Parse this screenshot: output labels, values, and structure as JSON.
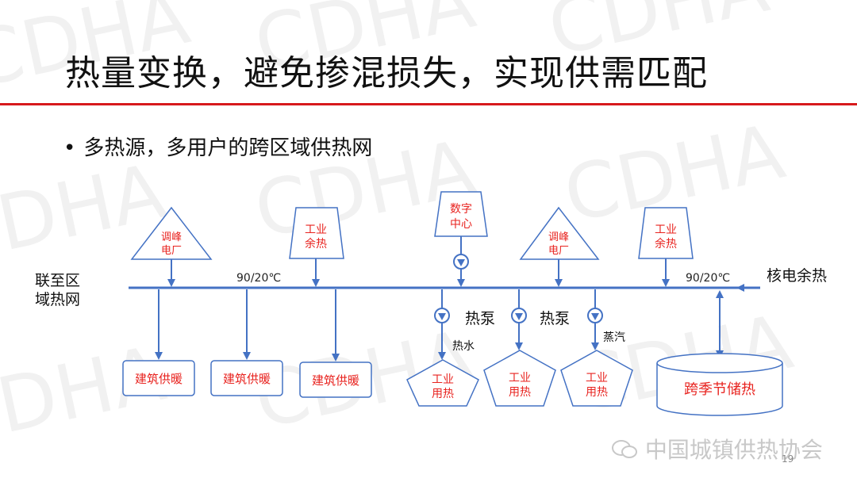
{
  "title": "热量变换，避免掺混损失，实现供需匹配",
  "bullet": "多热源，多用户的跨区域供热网",
  "watermark_brand": "CDHA",
  "diagram": {
    "left_label_line1": "联至区",
    "left_label_line2": "域热网",
    "right_label": "核电余热",
    "temp_left": "90/20℃",
    "temp_right": "90/20℃",
    "source_peak_1": [
      "调峰",
      "电厂"
    ],
    "source_waste_1": [
      "工业",
      "余热"
    ],
    "source_data_center": [
      "数字",
      "中心"
    ],
    "source_peak_2": [
      "调峰",
      "电厂"
    ],
    "source_waste_2": [
      "工业",
      "余热"
    ],
    "building_heat_1": "建筑供暖",
    "building_heat_2": "建筑供暖",
    "building_heat_3": "建筑供暖",
    "heat_pump_1": "热泵",
    "heat_pump_2": "热泵",
    "hot_water": "热水",
    "steam": "蒸汽",
    "industrial_1": [
      "工业",
      "用热"
    ],
    "industrial_2": [
      "工业",
      "用热"
    ],
    "industrial_3": [
      "工业",
      "用热"
    ],
    "seasonal_storage": "跨季节储热"
  },
  "footer": {
    "account": "中国城镇供热协会",
    "page_number": "19"
  },
  "colors": {
    "accent_red": "#d7191c",
    "line_blue": "#4472c4",
    "label_red": "#e8231f"
  }
}
